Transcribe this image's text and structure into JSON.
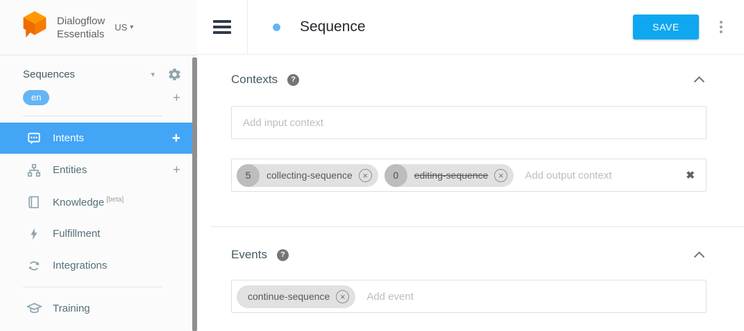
{
  "colors": {
    "accent_blue": "#42a5f5",
    "save_blue": "#0fa7f0",
    "lang_blue": "#64b5f6",
    "logo_orange": "#ff9800"
  },
  "icons": {
    "plus": "+",
    "caret": "▾",
    "help": "?",
    "chip_remove": "×",
    "clear": "✖"
  },
  "sidebar": {
    "brand": {
      "line1": "Dialogflow",
      "line2": "Essentials",
      "region": "US"
    },
    "agent_name": "Sequences",
    "language": "en",
    "items": [
      {
        "label": "Intents"
      },
      {
        "label": "Entities"
      },
      {
        "label": "Knowledge",
        "badge": "[beta]"
      },
      {
        "label": "Fulfillment"
      },
      {
        "label": "Integrations"
      },
      {
        "label": "Training"
      }
    ]
  },
  "toolbar": {
    "title": "Sequence",
    "save": "SAVE"
  },
  "contexts": {
    "heading": "Contexts",
    "input_placeholder": "Add input context",
    "output_placeholder": "Add output context",
    "output_chips": [
      {
        "lifespan": "5",
        "name": "collecting-sequence",
        "strikethrough": false
      },
      {
        "lifespan": "0",
        "name": "editing-sequence",
        "strikethrough": true
      }
    ]
  },
  "events": {
    "heading": "Events",
    "placeholder": "Add event",
    "chips": [
      {
        "name": "continue-sequence"
      }
    ]
  }
}
